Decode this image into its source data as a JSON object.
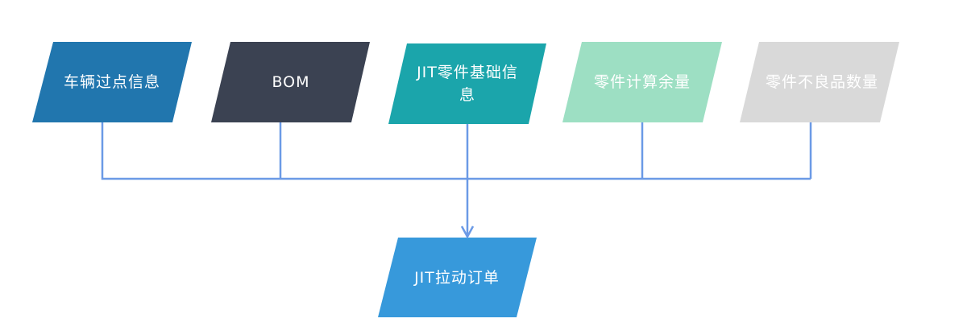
{
  "nodes": [
    {
      "label": "车辆过点信息",
      "color": "#2176ae"
    },
    {
      "label": "BOM",
      "color": "#3b4252"
    },
    {
      "label": "JIT零件基础信息",
      "color": "#1ba5ab"
    },
    {
      "label": "零件计算余量",
      "color": "#9ddfc3"
    },
    {
      "label": "零件不良品数量",
      "color": "#d9d9d9"
    }
  ],
  "output": {
    "label": "JIT拉动订单",
    "color": "#3799db"
  },
  "connector_color": "#6b9ae6"
}
